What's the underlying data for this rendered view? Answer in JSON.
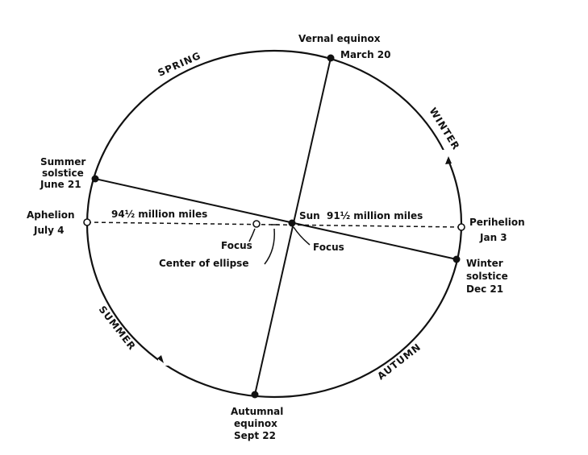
{
  "labels": {
    "vernal_1": "Vernal equinox",
    "vernal_2": "March 20",
    "summer_sol_1": "Summer",
    "summer_sol_2": "solstice",
    "summer_sol_3": "June 21",
    "aphelion_1": "Aphelion",
    "aphelion_2": "July 4",
    "perihelion_1": "Perihelion",
    "perihelion_2": "Jan 3",
    "winter_sol_1": "Winter",
    "winter_sol_2": "solstice",
    "winter_sol_3": "Dec 21",
    "autumnal_1": "Autumnal",
    "autumnal_2": "equinox",
    "autumnal_3": "Sept 22",
    "sun": "Sun",
    "dist_aphelion": "94½ million miles",
    "dist_perihelion": "91½ million miles",
    "focus_left": "Focus",
    "focus_right": "Focus",
    "center": "Center of ellipse"
  },
  "seasons": {
    "spring": "SPRING",
    "winter": "WINTER",
    "summer": "SUMMER",
    "autumn": "AUTUMN"
  },
  "colors": {
    "ink": "#111111",
    "background": "#ffffff"
  }
}
